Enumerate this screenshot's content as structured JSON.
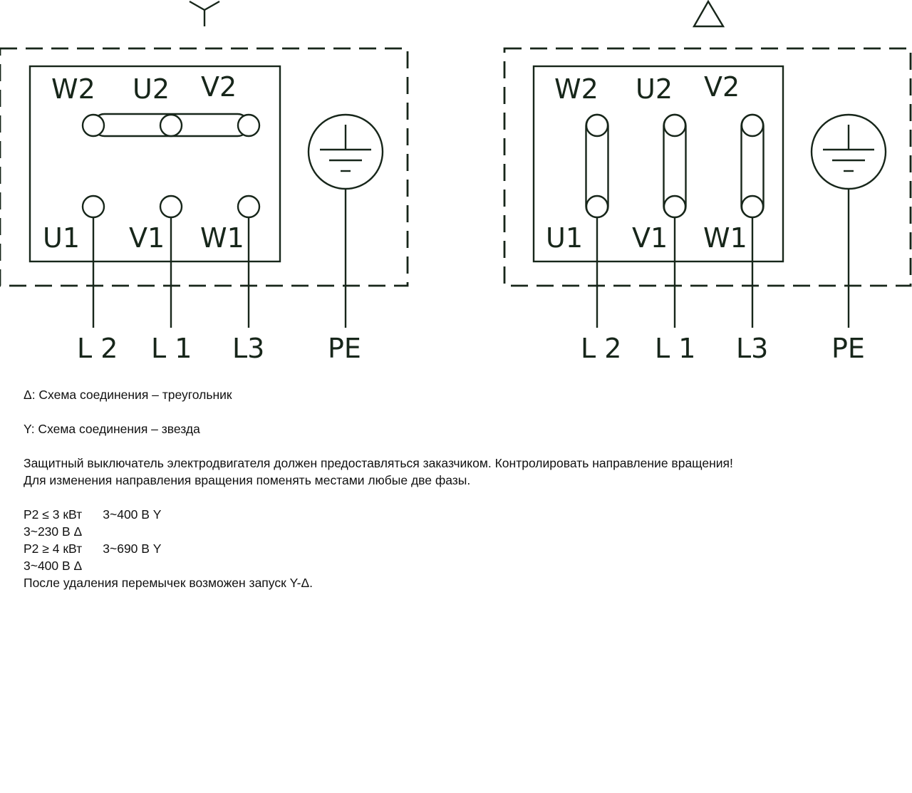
{
  "star_diagram": {
    "symbol": "Y",
    "top_terminals": [
      "W2",
      "U2",
      "V2"
    ],
    "bottom_terminals": [
      "U1",
      "V1",
      "W1"
    ],
    "lines": [
      "L 2",
      "L 1",
      "L3",
      "PE"
    ]
  },
  "delta_diagram": {
    "symbol": "Δ",
    "top_terminals": [
      "W2",
      "U2",
      "V2"
    ],
    "bottom_terminals": [
      "U1",
      "V1",
      "W1"
    ],
    "lines": [
      "L 2",
      "L 1",
      "L3",
      "PE"
    ]
  },
  "notes": {
    "delta_legend": "Δ: Схема соединения – треугольник",
    "star_legend": "Y: Схема соединения – звезда",
    "warning_line1": "Защитный выключатель электродвигателя должен предоставляться заказчиком. Контролировать направление вращения!",
    "warning_line2": "Для изменения направления вращения поменять местами любые две фазы.",
    "spec_line1": "P2 ≤ 3 кВт      3~400 В Y",
    "spec_line2": "3~230 В Δ",
    "spec_line3": "P2 ≥ 4 кВт      3~690 В Y",
    "spec_line4": "3~400 В Δ",
    "spec_line5": "После удаления перемычек возможен запуск Y-Δ."
  }
}
